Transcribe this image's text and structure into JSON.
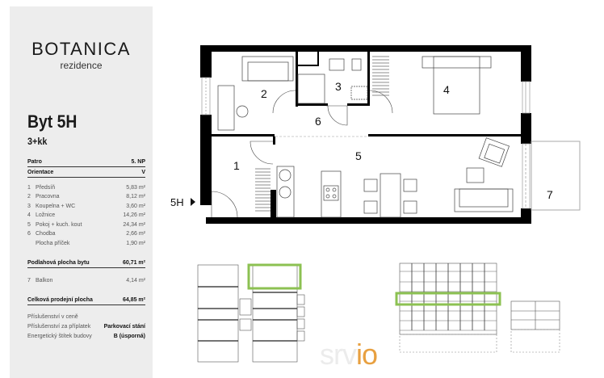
{
  "brand": {
    "name": "BOTANICA",
    "subtitle": "rezidence"
  },
  "unit": {
    "title": "Byt 5H",
    "type": "3+kk"
  },
  "info": [
    {
      "label": "Patro",
      "value": "5. NP"
    },
    {
      "label": "Orientace",
      "value": "V"
    }
  ],
  "rooms": [
    {
      "num": "1",
      "name": "Předsíň",
      "area": "5,83 m²"
    },
    {
      "num": "2",
      "name": "Pracovna",
      "area": "8,12 m²"
    },
    {
      "num": "3",
      "name": "Koupelna + WC",
      "area": "3,60 m²"
    },
    {
      "num": "4",
      "name": "Ložnice",
      "area": "14,26 m²"
    },
    {
      "num": "5",
      "name": "Pokoj + kuch. kout",
      "area": "24,34 m²"
    },
    {
      "num": "6",
      "name": "Chodba",
      "area": "2,66 m²"
    },
    {
      "num": "",
      "name": "Plocha příček",
      "area": "1,90 m²"
    }
  ],
  "floor_area": {
    "label": "Podlahová plocha bytu",
    "value": "60,71 m²"
  },
  "balcony": {
    "num": "7",
    "name": "Balkon",
    "area": "4,14 m²"
  },
  "total_area": {
    "label": "Celková prodejní plocha",
    "value": "64,85 m²"
  },
  "extras": [
    {
      "label": "Příslušenství v ceně",
      "value": ""
    },
    {
      "label": "Příslušenství za příplatek",
      "value": "Parkovací stání"
    },
    {
      "label": "Energetický štítek budovy",
      "value": "B (úsporná)"
    }
  ],
  "plan": {
    "entry_label": "5H",
    "room_labels": [
      "1",
      "2",
      "3",
      "4",
      "5",
      "6",
      "7"
    ]
  },
  "watermark": {
    "faded": "srv",
    "accent": "io"
  },
  "colors": {
    "panel_bg": "#ededed",
    "highlight": "#8cc152",
    "watermark": "#e8a040"
  }
}
